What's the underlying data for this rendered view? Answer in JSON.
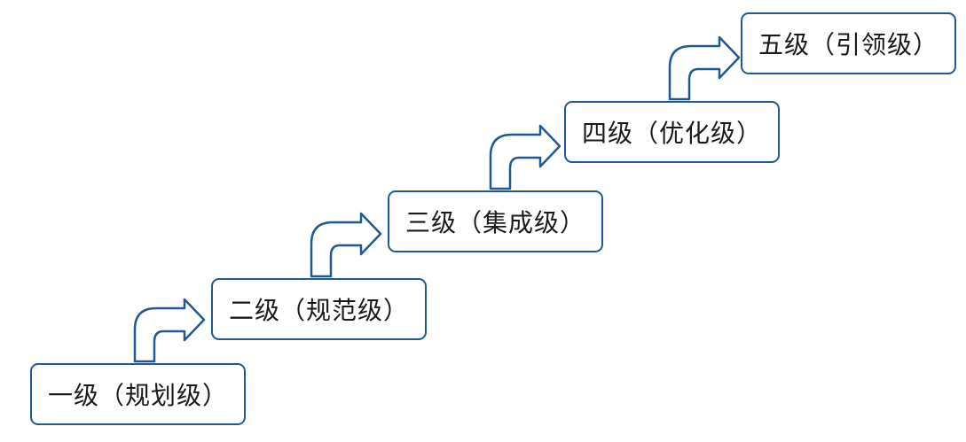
{
  "diagram": {
    "colors": {
      "border": "#1f5a95",
      "arrow_fill": "#ffffff",
      "text": "#1a1a1a"
    },
    "levels": [
      {
        "label": "一级（规划级）"
      },
      {
        "label": "二级（规范级）"
      },
      {
        "label": "三级（集成级）"
      },
      {
        "label": "四级（优化级）"
      },
      {
        "label": "五级（引领级）"
      }
    ]
  }
}
